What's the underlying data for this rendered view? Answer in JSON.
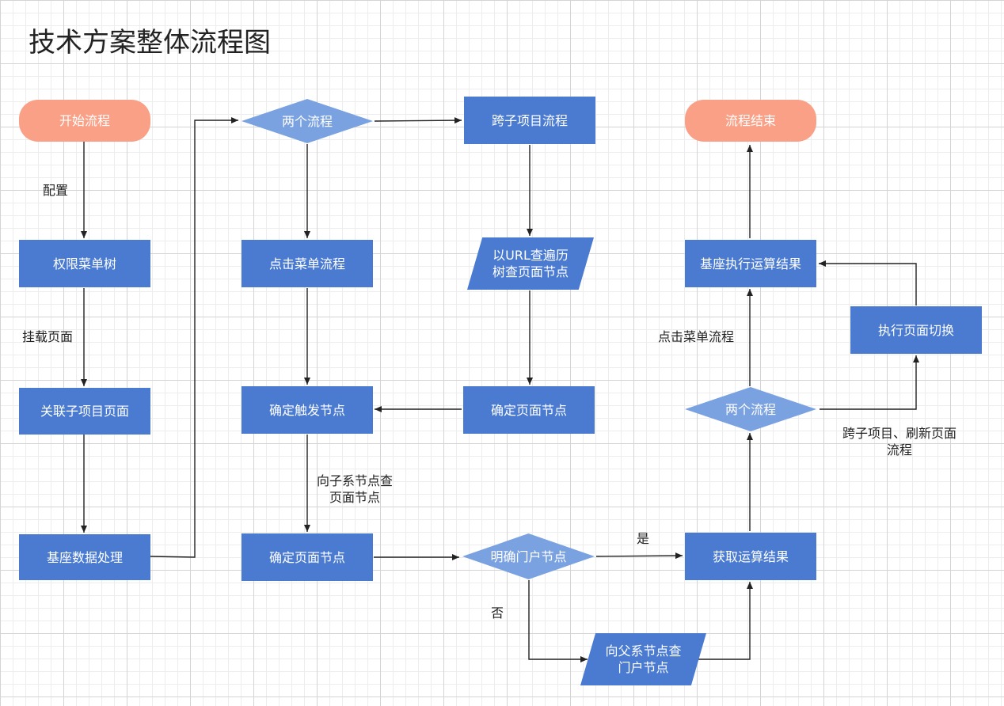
{
  "title": "技术方案整体流程图",
  "nodes": {
    "start": "开始流程",
    "perm_menu_tree": "权限菜单树",
    "related_sub_page": "关联子项目页面",
    "base_data": "基座数据处理",
    "two_flows_1": "两个流程",
    "click_menu_flow": "点击菜单流程",
    "confirm_trigger": "确定触发节点",
    "confirm_page_1": "确定页面节点",
    "cross_sub_flow": "跨子项目流程",
    "url_search": "以URL查遍历\n树查页面节点",
    "confirm_page_2": "确定页面节点",
    "clear_portal": "明确门户节点",
    "parent_search": "向父系节点查\n门户节点",
    "get_result": "获取运算结果",
    "two_flows_2": "两个流程",
    "base_exec": "基座执行运算结果",
    "page_switch": "执行页面切换",
    "end": "流程结束"
  },
  "labels": {
    "config": "配置",
    "mount_page": "挂载页面",
    "child_search": "向子系节点查\n页面节点",
    "yes": "是",
    "no": "否",
    "click_menu": "点击菜单流程",
    "cross_refresh": "跨子项目、刷新页面\n流程"
  },
  "colors": {
    "process": "#4a7bd0",
    "decision": "#7ba2e0",
    "terminal": "#f9a086",
    "edge": "#222222"
  }
}
